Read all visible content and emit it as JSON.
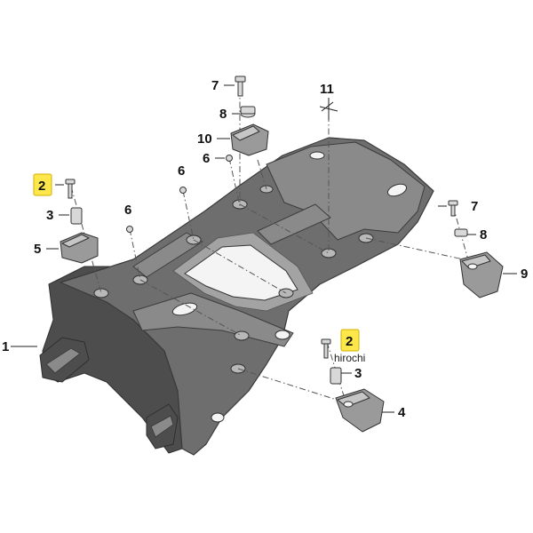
{
  "diagram": {
    "callouts": {
      "c1": "1",
      "c2a": "2",
      "c2b": "2",
      "c3a": "3",
      "c3b": "3",
      "c4": "4",
      "c5": "5",
      "c6a": "6",
      "c6b": "6",
      "c6c": "6",
      "c7a": "7",
      "c7b": "7",
      "c8a": "8",
      "c8b": "8",
      "c9": "9",
      "c10": "10",
      "c11": "11"
    },
    "highlighted_part": "2",
    "highlight_color": "#fde74a",
    "watermark": "hirochi"
  }
}
